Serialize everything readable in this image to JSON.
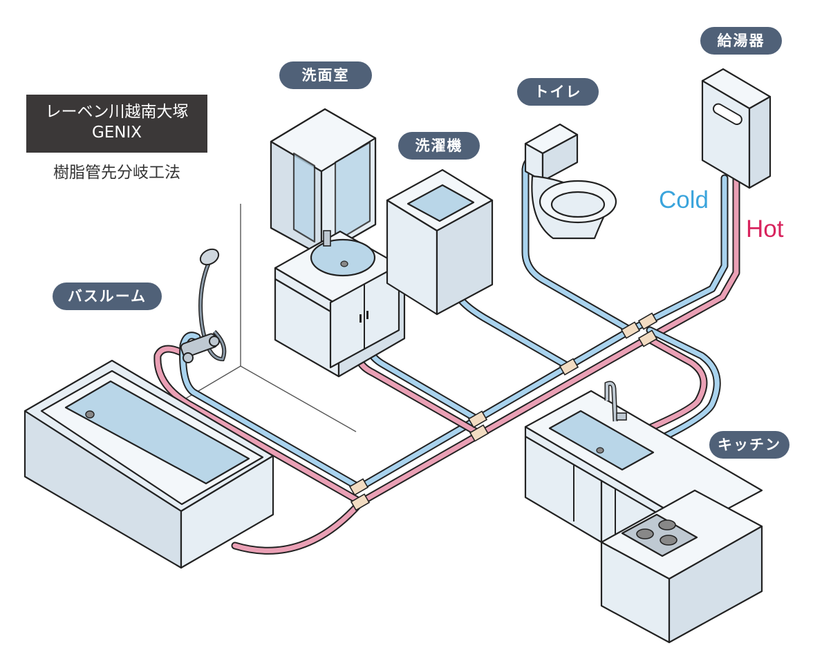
{
  "title": {
    "line1": "レーベン川越南大塚",
    "line2": "GENIX",
    "subtitle": "樹脂管先分岐工法"
  },
  "labels": {
    "washroom": "洗面室",
    "washing_machine": "洗濯機",
    "toilet": "トイレ",
    "water_heater": "給湯器",
    "bathroom": "バスルーム",
    "kitchen": "キッチン",
    "cold": "Cold",
    "hot": "Hot"
  },
  "colors": {
    "cold_pipe": "#a9d3ee",
    "hot_pipe": "#eaa0b5",
    "cold_text": "#3aa4dc",
    "hot_text": "#d8235d",
    "label_bg": "#506178",
    "title_bg": "#3b3838",
    "fixture_fill": "#e6eef4",
    "water_fill": "#b9d6e8",
    "joint": "#f2dcc2"
  }
}
